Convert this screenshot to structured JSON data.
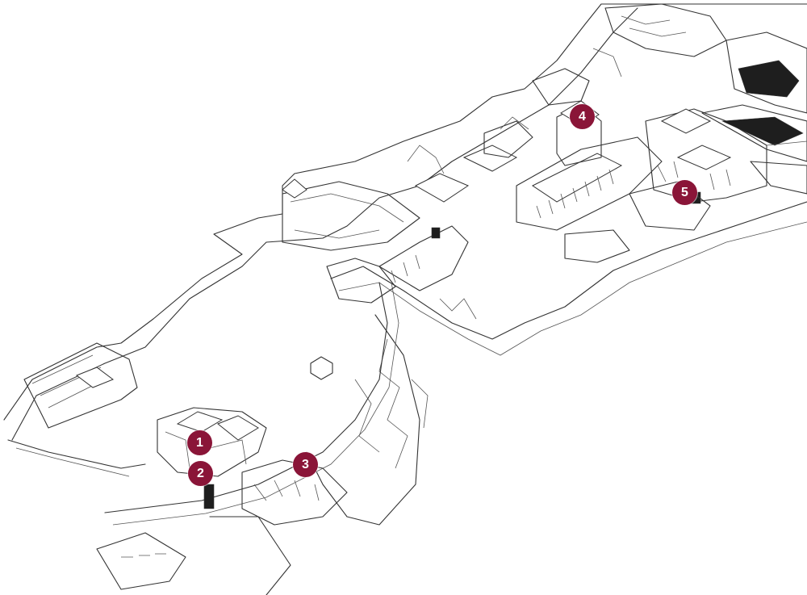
{
  "markers": [
    {
      "id": "1",
      "label": "1"
    },
    {
      "id": "2",
      "label": "2"
    },
    {
      "id": "3",
      "label": "3"
    },
    {
      "id": "4",
      "label": "4"
    },
    {
      "id": "5",
      "label": "5"
    }
  ],
  "colors": {
    "marker_fill": "#8a1538",
    "marker_text": "#ffffff",
    "line": "#333333",
    "background": "#ffffff"
  }
}
